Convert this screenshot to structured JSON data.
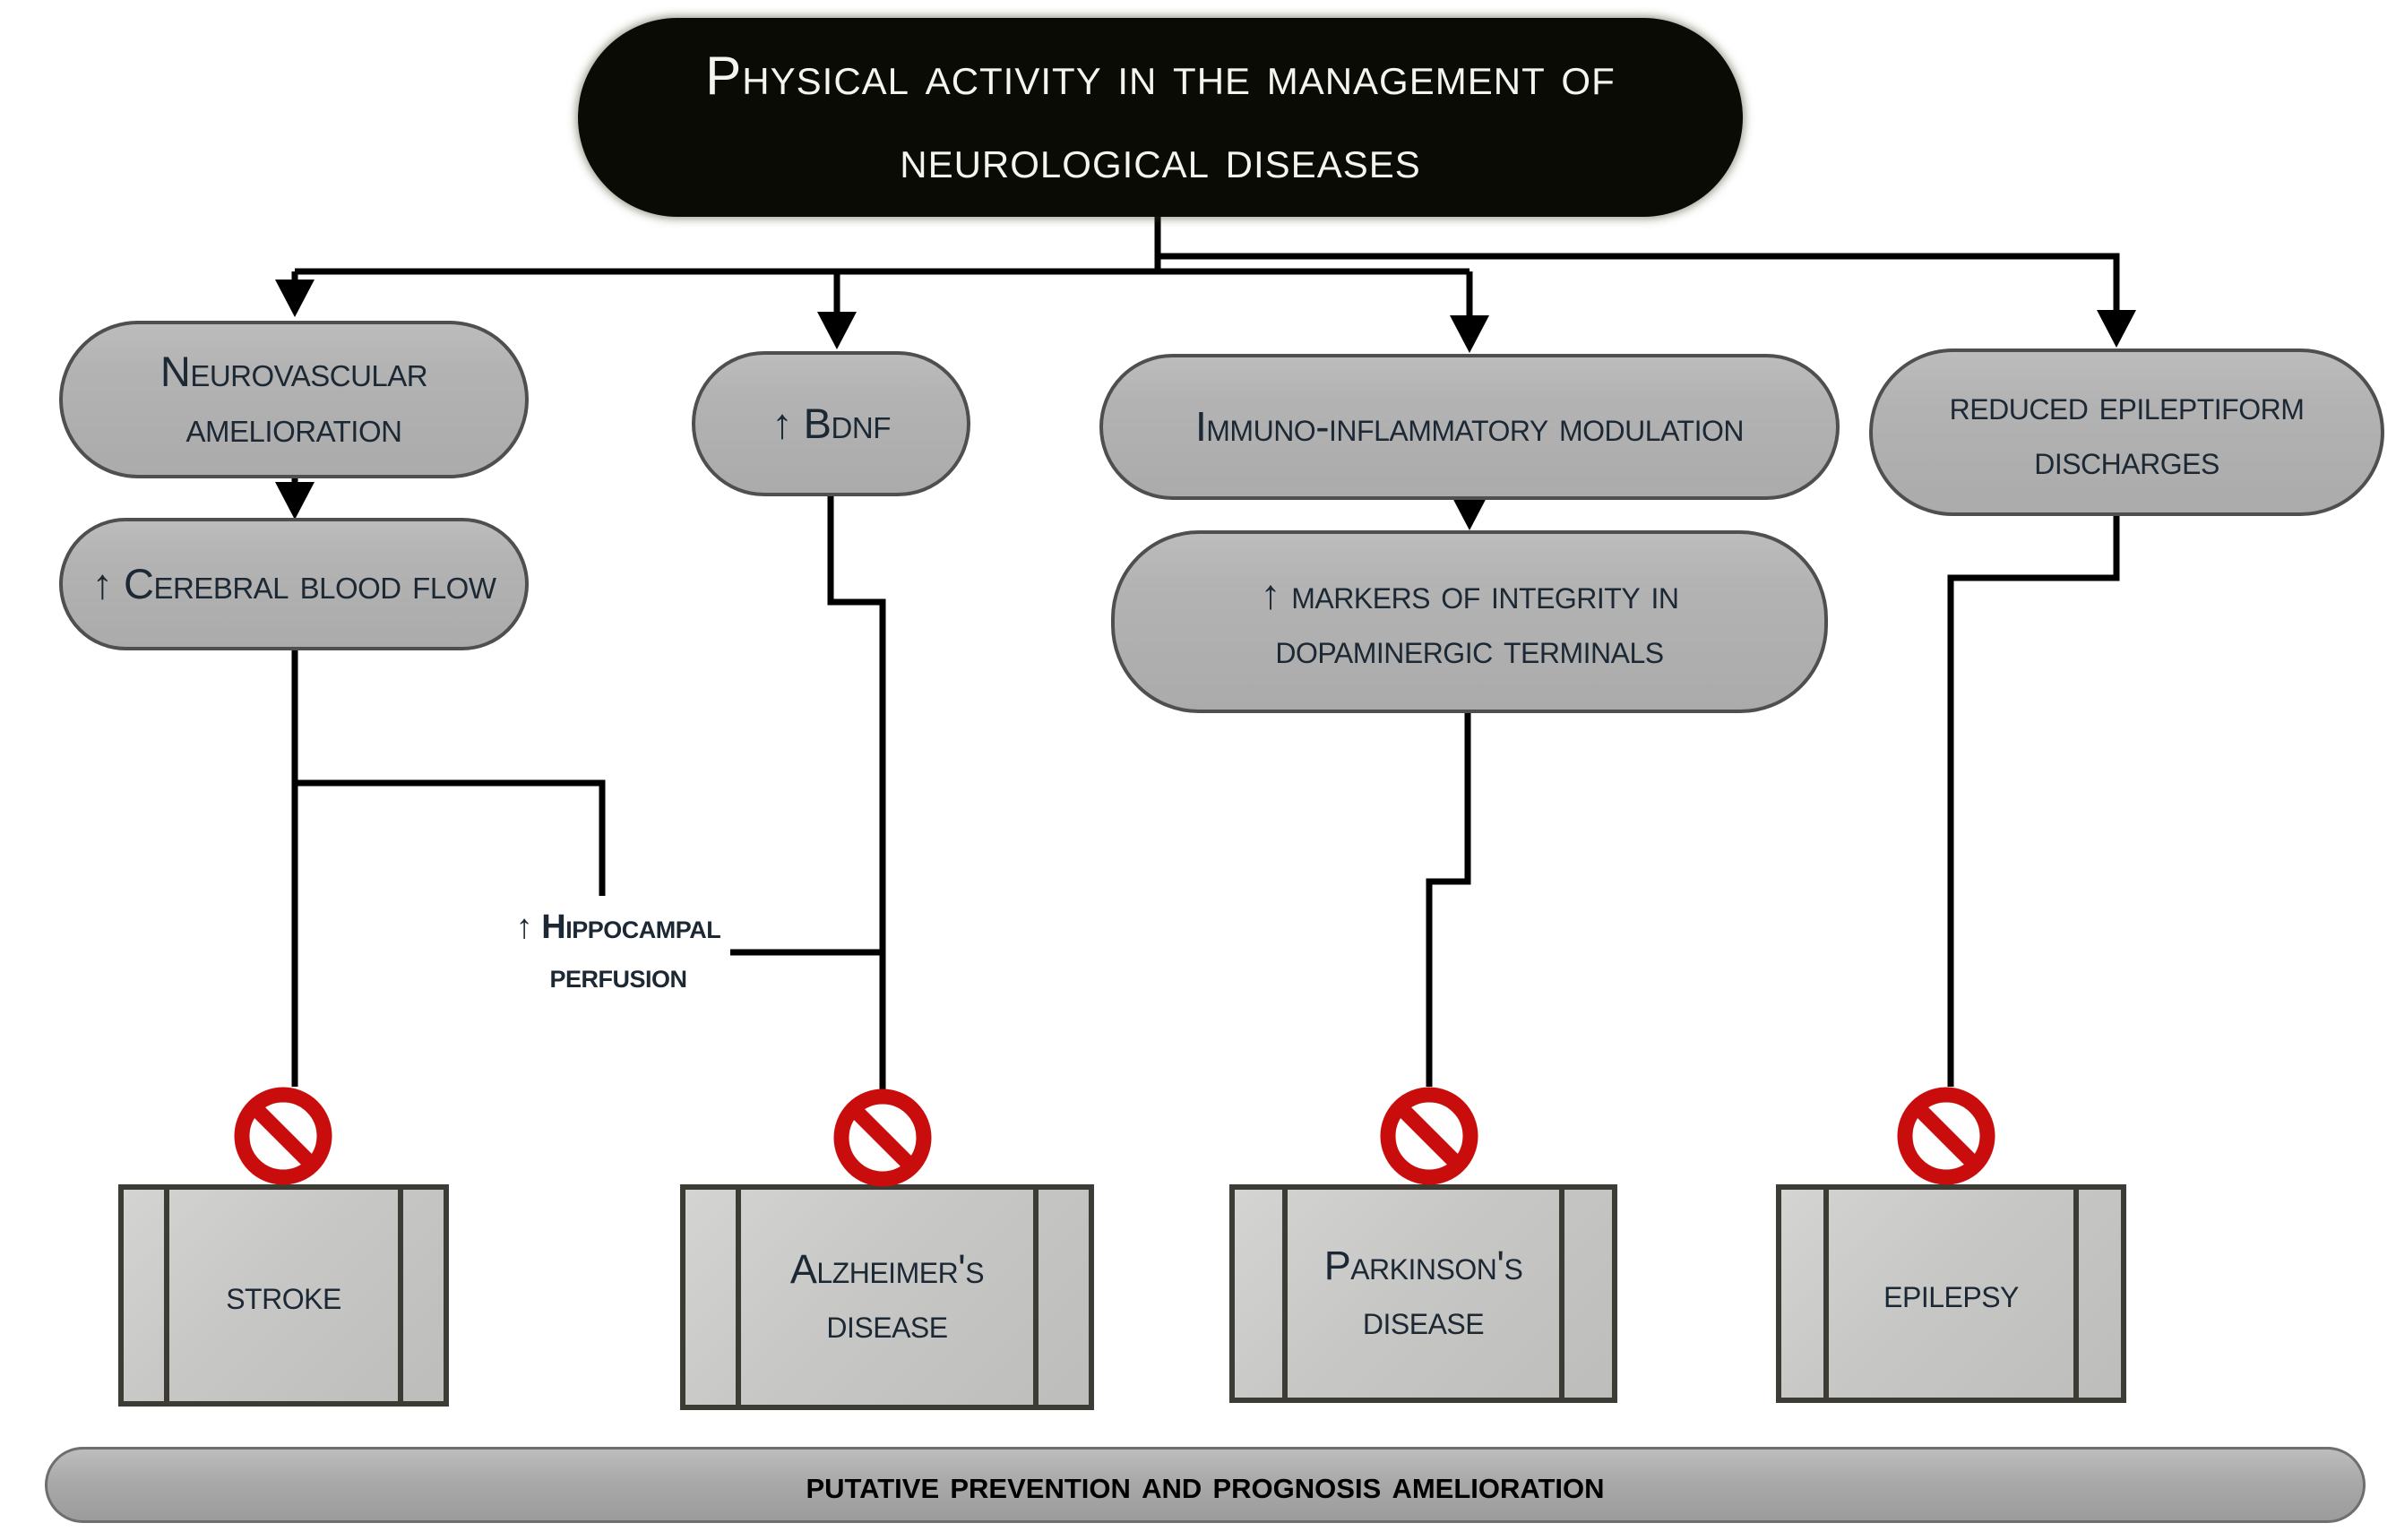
{
  "title": {
    "text": "Physical activity in the management of neurological diseases"
  },
  "mechanisms": {
    "neurovascular": {
      "label": "Neurovascular amelioration"
    },
    "bdnf": {
      "label": "↑ Bdnf"
    },
    "immuno": {
      "label": "Immuno-inflammatory modulation"
    },
    "reduced_epileptiform": {
      "label": "reduced epileptiform discharges"
    },
    "cerebral_blood_flow": {
      "label": "↑ Cerebral blood flow"
    },
    "dopaminergic_markers": {
      "label": "↑ markers of integrity in dopaminergic terminals"
    }
  },
  "annotation": {
    "line1": "↑ Hippocampal",
    "line2": "perfusion"
  },
  "diseases": [
    {
      "id": "stroke",
      "label": "stroke"
    },
    {
      "id": "alzheimers",
      "label": "Alzheimer's disease"
    },
    {
      "id": "parkinsons",
      "label": "Parkinson's disease"
    },
    {
      "id": "epilepsy",
      "label": "epilepsy"
    }
  ],
  "footer": {
    "label": "putative prevention and prognosis amelioration"
  },
  "icons": {
    "prohibition_sign": "no-entry-icon",
    "down_arrow": "arrowhead-down-icon",
    "up_arrow_glyph": "↑"
  },
  "colors": {
    "background": "#ffffff",
    "title_bg": "#0b0b06",
    "title_text": "#f5f5f0",
    "node_fill": "#b3b3b3",
    "node_border": "#4f4f4f",
    "node_text": "#1c2834",
    "box_fill": "#c7c7c5",
    "box_fill_light": "#d4d4d2",
    "box_border": "#3c3c34",
    "line_color": "#000000",
    "sign_red": "#c90d0d",
    "bar_fill": "#a9a9a9",
    "bar_border": "#6e6e6e",
    "footer_text": "#000000"
  }
}
